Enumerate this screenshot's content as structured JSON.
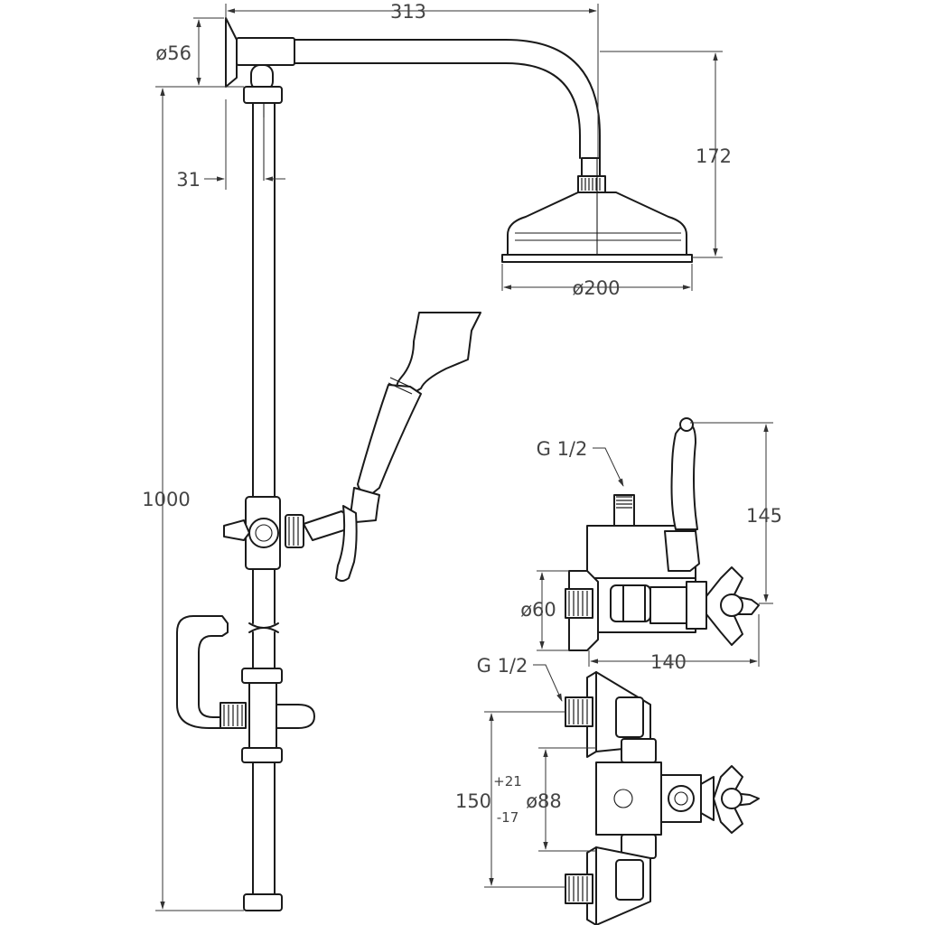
{
  "dimensions": {
    "arm_length": "313",
    "wall_flange_dia": "ø56",
    "offset": "31",
    "head_drop": "172",
    "head_dia": "ø200",
    "rail_height": "1000",
    "mixer_height": "145",
    "mixer_inlet_thread": "G 1/2",
    "mixer_flange_dia": "ø60",
    "mixer_width": "140",
    "valve_inlet_thread": "G 1/2",
    "valve_centres": "150",
    "valve_tol_plus": "+21",
    "valve_tol_minus": "-17",
    "valve_flange_dia": "ø88"
  }
}
